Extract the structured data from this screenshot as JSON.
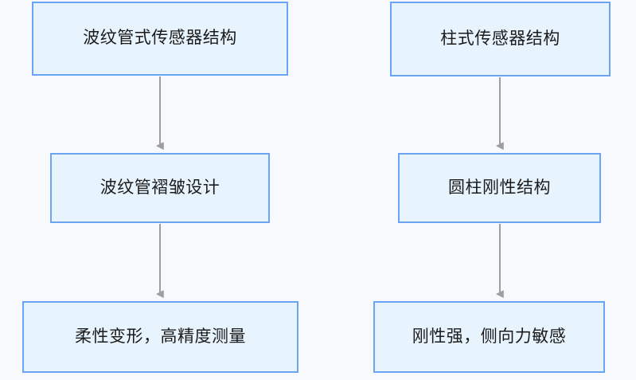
{
  "diagram": {
    "type": "flowchart",
    "direction": "top-to-bottom",
    "background_color": "#f7f9fc",
    "node_fill_color": "#e8f4fd",
    "node_border_color": "#6ba3f5",
    "edge_color": "#9e9e9e",
    "columns": [
      {
        "name": "bellows-sensor-branch",
        "nodes": [
          {
            "id": "l1",
            "label": "波纹管式传感器结构"
          },
          {
            "id": "l2",
            "label": "波纹管褶皱设计"
          },
          {
            "id": "l3",
            "label": "柔性变形，高精度测量"
          }
        ],
        "edges": [
          {
            "from": "l1",
            "to": "l2",
            "label": ""
          },
          {
            "from": "l2",
            "to": "l3",
            "label": ""
          }
        ]
      },
      {
        "name": "column-sensor-branch",
        "nodes": [
          {
            "id": "r1",
            "label": "柱式传感器结构"
          },
          {
            "id": "r2",
            "label": "圆柱刚性结构"
          },
          {
            "id": "r3",
            "label": "刚性强，侧向力敏感"
          }
        ],
        "edges": [
          {
            "from": "r1",
            "to": "r2",
            "label": ""
          },
          {
            "from": "r2",
            "to": "r3",
            "label": ""
          }
        ]
      }
    ]
  }
}
